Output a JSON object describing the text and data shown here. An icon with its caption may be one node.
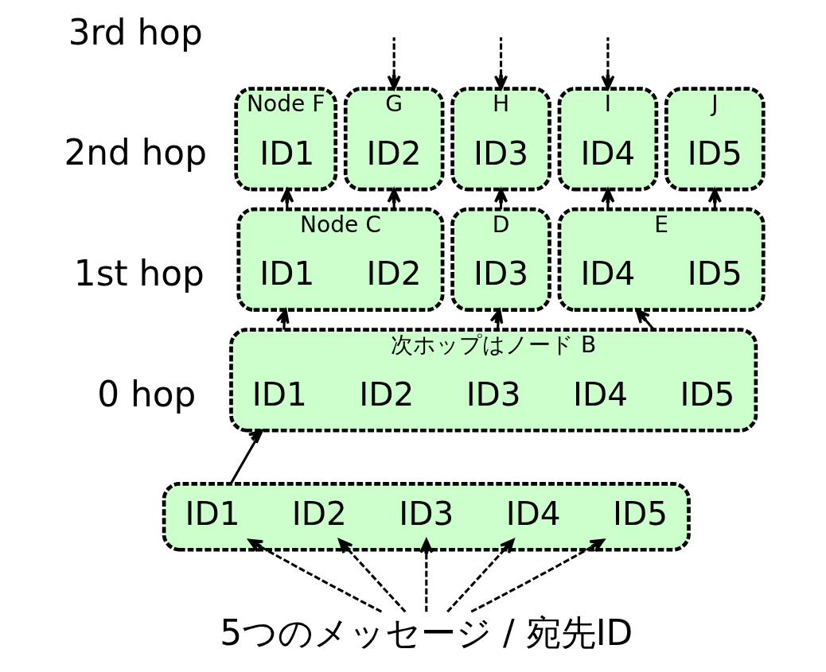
{
  "diagram": {
    "nodes": [
      {
        "text": [],
        "shape": "box",
        "beside": [
          "Node F"
        ]
      },
      {
        "text": [
          "ID1"
        ],
        "in": 0
      },
      {
        "text": [],
        "shape": "box",
        "beside": [
          "G"
        ]
      },
      {
        "text": [
          "ID2"
        ],
        "in": 2
      },
      {
        "text": [],
        "shape": "box",
        "beside": [
          "H"
        ]
      },
      {
        "text": [
          "ID3"
        ],
        "in": 4
      },
      {
        "text": [],
        "shape": "box",
        "beside": [
          "I"
        ]
      },
      {
        "text": [
          "ID4"
        ],
        "in": 6
      },
      {
        "text": [],
        "shape": "box",
        "beside": [
          "J"
        ]
      },
      {
        "text": [
          "ID5"
        ],
        "in": 8
      },
      {
        "text": [],
        "shape": "box",
        "beside": [
          "Node C"
        ]
      },
      {
        "text": [
          "ID1"
        ],
        "in": 10
      },
      {
        "text": [
          "ID2"
        ],
        "in": 10
      },
      {
        "text": [],
        "shape": "box",
        "beside": [
          "D"
        ]
      },
      {
        "text": [
          "ID3"
        ],
        "in": 13
      },
      {
        "text": [],
        "shape": "box",
        "beside": [
          "E"
        ]
      },
      {
        "text": [
          "ID4"
        ],
        "in": 15
      },
      {
        "text": [
          "ID5"
        ],
        "in": 15
      },
      {
        "text": [],
        "shape": "box",
        "beside": [
          "次ホップはノード B"
        ]
      },
      {
        "text": [
          "ID1"
        ],
        "in": 18
      },
      {
        "text": [
          "ID2"
        ],
        "in": 18
      },
      {
        "text": [
          "ID3"
        ],
        "in": 18
      },
      {
        "text": [
          "ID4"
        ],
        "in": 18
      },
      {
        "text": [
          "ID5"
        ],
        "in": 18
      },
      {
        "text": [],
        "shape": "box"
      },
      {
        "text": [
          "ID1"
        ],
        "in": 24
      },
      {
        "text": [
          "ID2"
        ],
        "in": 24
      },
      {
        "text": [
          "ID3"
        ],
        "in": 24
      },
      {
        "text": [
          "ID4"
        ],
        "in": 24
      },
      {
        "text": [
          "ID5"
        ],
        "in": 24
      },
      {
        "text": [
          "5つのメッセージ / 宛先ID"
        ]
      }
    ],
    "edges": [
      {
        "from": null,
        "to": 2,
        "arrow": "to",
        "style": "dashed"
      },
      {
        "from": null,
        "to": 4,
        "arrow": "to",
        "style": "dashed"
      },
      {
        "from": null,
        "to": 6,
        "arrow": "to",
        "style": "dashed"
      },
      {
        "from": 10,
        "to": 0,
        "arrow": "to"
      },
      {
        "from": 10,
        "to": 2,
        "arrow": "to"
      },
      {
        "from": 13,
        "to": 4,
        "arrow": "to"
      },
      {
        "from": 15,
        "to": 6,
        "arrow": "to"
      },
      {
        "from": 15,
        "to": 8,
        "arrow": "to"
      },
      {
        "from": 18,
        "to": 10,
        "arrow": "to"
      },
      {
        "from": 18,
        "to": 13,
        "arrow": "to"
      },
      {
        "from": 18,
        "to": 15,
        "arrow": "to"
      },
      {
        "from": 24,
        "to": 18,
        "arrow": "to"
      },
      {
        "from": 30,
        "to": 25,
        "arrow": "to",
        "style": "dashed"
      },
      {
        "from": 30,
        "to": 26,
        "arrow": "to",
        "style": "dashed"
      },
      {
        "from": 30,
        "to": 27,
        "arrow": "to",
        "style": "dashed"
      },
      {
        "from": 30,
        "to": 28,
        "arrow": "to",
        "style": "dashed"
      },
      {
        "from": 30,
        "to": 29,
        "arrow": "to",
        "style": "dashed"
      }
    ],
    "labels": [
      "3rd hop",
      "2nd hop",
      "1st hop",
      "0 hop"
    ]
  }
}
